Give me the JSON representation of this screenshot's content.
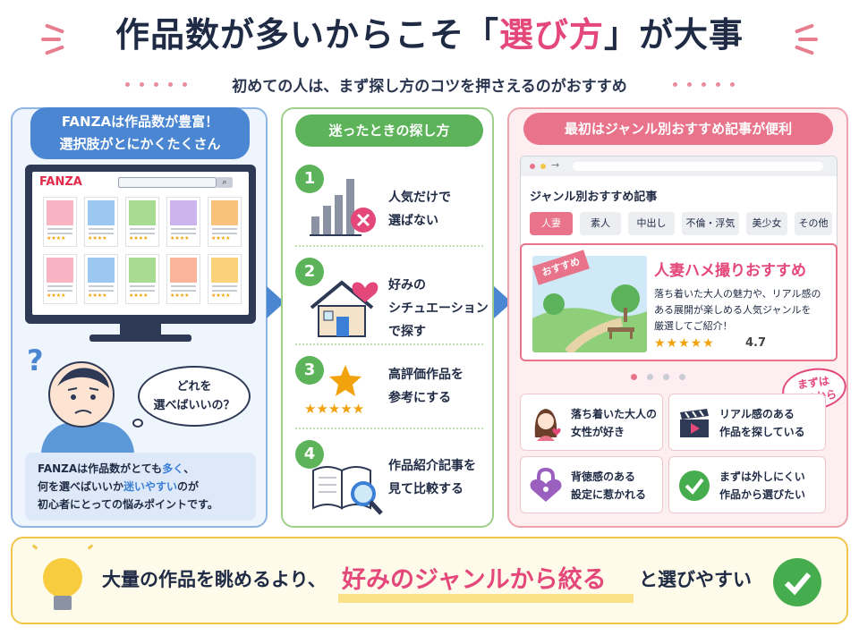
{
  "header": {
    "title_part1": "作品数が多いからこそ「",
    "title_accent": "選び方",
    "title_part2": "」が大事",
    "subtitle": "初めての人は、まず探し方のコツを押さえるのがおすすめ"
  },
  "panel1": {
    "title_line1": "FANZAは作品数が豊富！",
    "title_line2": "選択肢がとにかくたくさん",
    "logo": "FANZA",
    "search_icon": "search-icon",
    "rating_stars": "★★★★",
    "question_mark": "?",
    "bubble_line1": "どれを",
    "bubble_line2": "選べばいいの？",
    "text_line1_a": "FANZAは作品数がとても",
    "text_line1_b": "多く",
    "text_line1_c": "、",
    "text_line2_a": "何を選べばいいか",
    "text_line2_b": "迷いやすい",
    "text_line2_c": "のが",
    "text_line3": "初心者にとっての悩みポイントです。"
  },
  "panel2": {
    "title": "迷ったときの探し方",
    "steps": [
      {
        "num": "1",
        "line1": "人気だけで",
        "line2": "選ばない",
        "line3": "",
        "icon": "bar-chart-cross-icon"
      },
      {
        "num": "2",
        "line1": "好みの",
        "line2": "シチュエーション",
        "line3": "で探す",
        "icon": "house-heart-icon"
      },
      {
        "num": "3",
        "line1": "高評価作品を",
        "line2": "参考にする",
        "line3": "",
        "icon": "star-rating-icon"
      },
      {
        "num": "4",
        "line1": "作品紹介記事を",
        "line2": "見て比較する",
        "line3": "",
        "icon": "book-magnifier-icon"
      }
    ],
    "stars": "★★★★★"
  },
  "panel3": {
    "title": "最初はジャンル別おすすめ記事が便利",
    "browser_label": "ジャンル別おすすめ記事",
    "tags": [
      "人妻",
      "素人",
      "中出し",
      "不倫・浮気",
      "美少女",
      "その他"
    ],
    "active_tag": 0,
    "feature": {
      "ribbon": "おすすめ",
      "title": "人妻ハメ撮りおすすめ",
      "desc_line1": "落ち着いた大人の魅力や、リアル感の",
      "desc_line2": "ある展開が楽しめる人気ジャンルを",
      "desc_line3": "厳選してご紹介！",
      "stars": "★★★★★",
      "rating": "4.7"
    },
    "pagination_count": 4,
    "pagination_active": 0,
    "stamp_line1": "まずは",
    "stamp_line2": "ここから",
    "subs": [
      {
        "line1": "落ち着いた大人の",
        "line2": "女性が好き",
        "icon": "woman-heart-icon",
        "color": "#e8738a"
      },
      {
        "line1": "リアル感のある",
        "line2": "作品を探している",
        "icon": "clapperboard-icon",
        "color": "#2e3a55"
      },
      {
        "line1": "背徳感のある",
        "line2": "設定に惹かれる",
        "icon": "heart-lock-icon",
        "color": "#9b5fc0"
      },
      {
        "line1": "まずは外しにくい",
        "line2": "作品から選びたい",
        "icon": "check-circle-icon",
        "color": "#46ad4f"
      }
    ]
  },
  "banner": {
    "text_before": "大量の作品を眺めるより、",
    "text_highlight": "好みのジャンルから絞る",
    "text_after": "と選びやすい"
  },
  "colors": {
    "pink": "#e4477a",
    "blue": "#4a86d1",
    "green": "#5cb35a",
    "coral": "#e8738a",
    "navy": "#1f2a44",
    "yellow": "#f0c64a"
  }
}
